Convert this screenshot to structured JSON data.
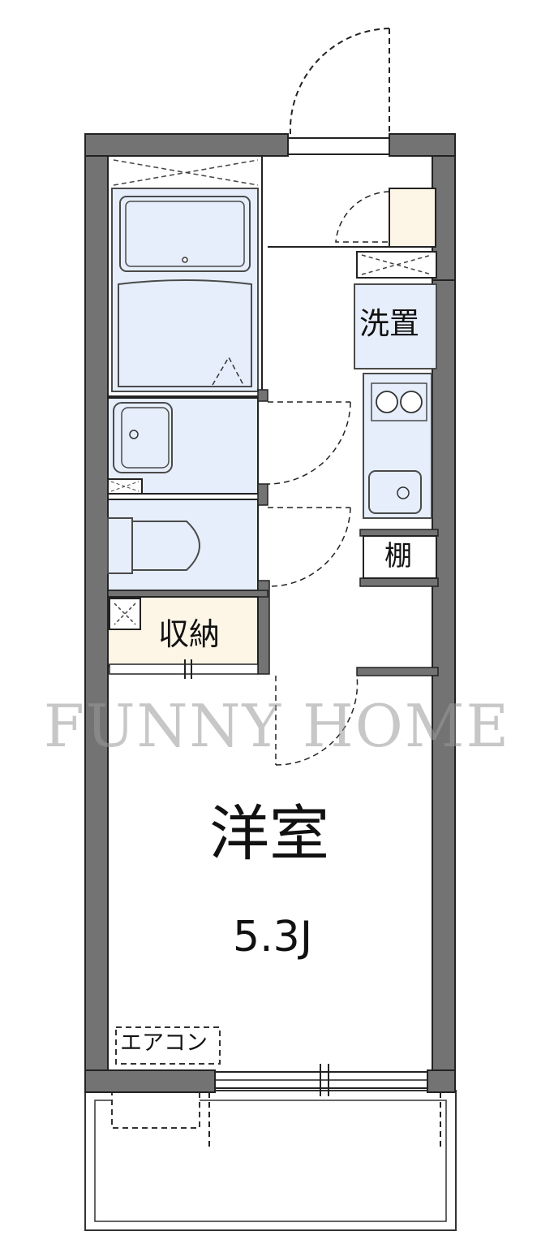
{
  "rooms": {
    "washer": "洗置",
    "shelf": "棚",
    "storage": "収納",
    "western": "洋室",
    "area": "5.3J",
    "aircon": "エアコン"
  },
  "watermark": "FUNNY HOME",
  "colors": {
    "wall": "#737373",
    "fixture_fill": "#e6eefb",
    "fixture_stroke": "#4a4a4a",
    "storage_fill": "#fdf5e6",
    "watermark": "#9a9a9a"
  }
}
